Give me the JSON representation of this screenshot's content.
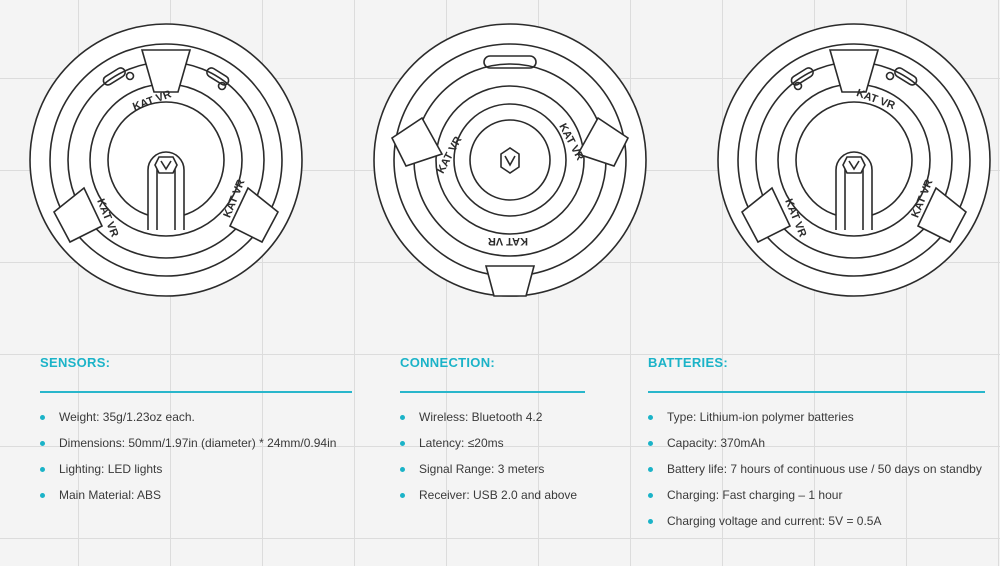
{
  "brand_mark": "KAT VR",
  "sections": [
    {
      "title": "SENSORS:",
      "items": [
        "Weight:  35g/1.23oz each.",
        "Dimensions: 50mm/1.97in (diameter) * 24mm/0.94in",
        "Lighting: LED lights",
        "Main Material: ABS"
      ]
    },
    {
      "title": "CONNECTION:",
      "items": [
        "Wireless: Bluetooth 4.2",
        "Latency: ≤20ms",
        "Signal Range: 3 meters",
        "Receiver: USB 2.0 and above"
      ]
    },
    {
      "title": "BATTERIES:",
      "items": [
        "Type: Lithium-ion polymer batteries",
        "Capacity: 370mAh",
        "Battery life: 7 hours of continuous use / 50 days on standby",
        "Charging: Fast charging – 1 hour",
        "Charging voltage and current: 5V = 0.5A"
      ]
    }
  ],
  "colors": {
    "accent": "#1bb3c8",
    "text": "#3a3a3a",
    "line_art": "#2b2b2b",
    "background": "#f4f4f4"
  }
}
